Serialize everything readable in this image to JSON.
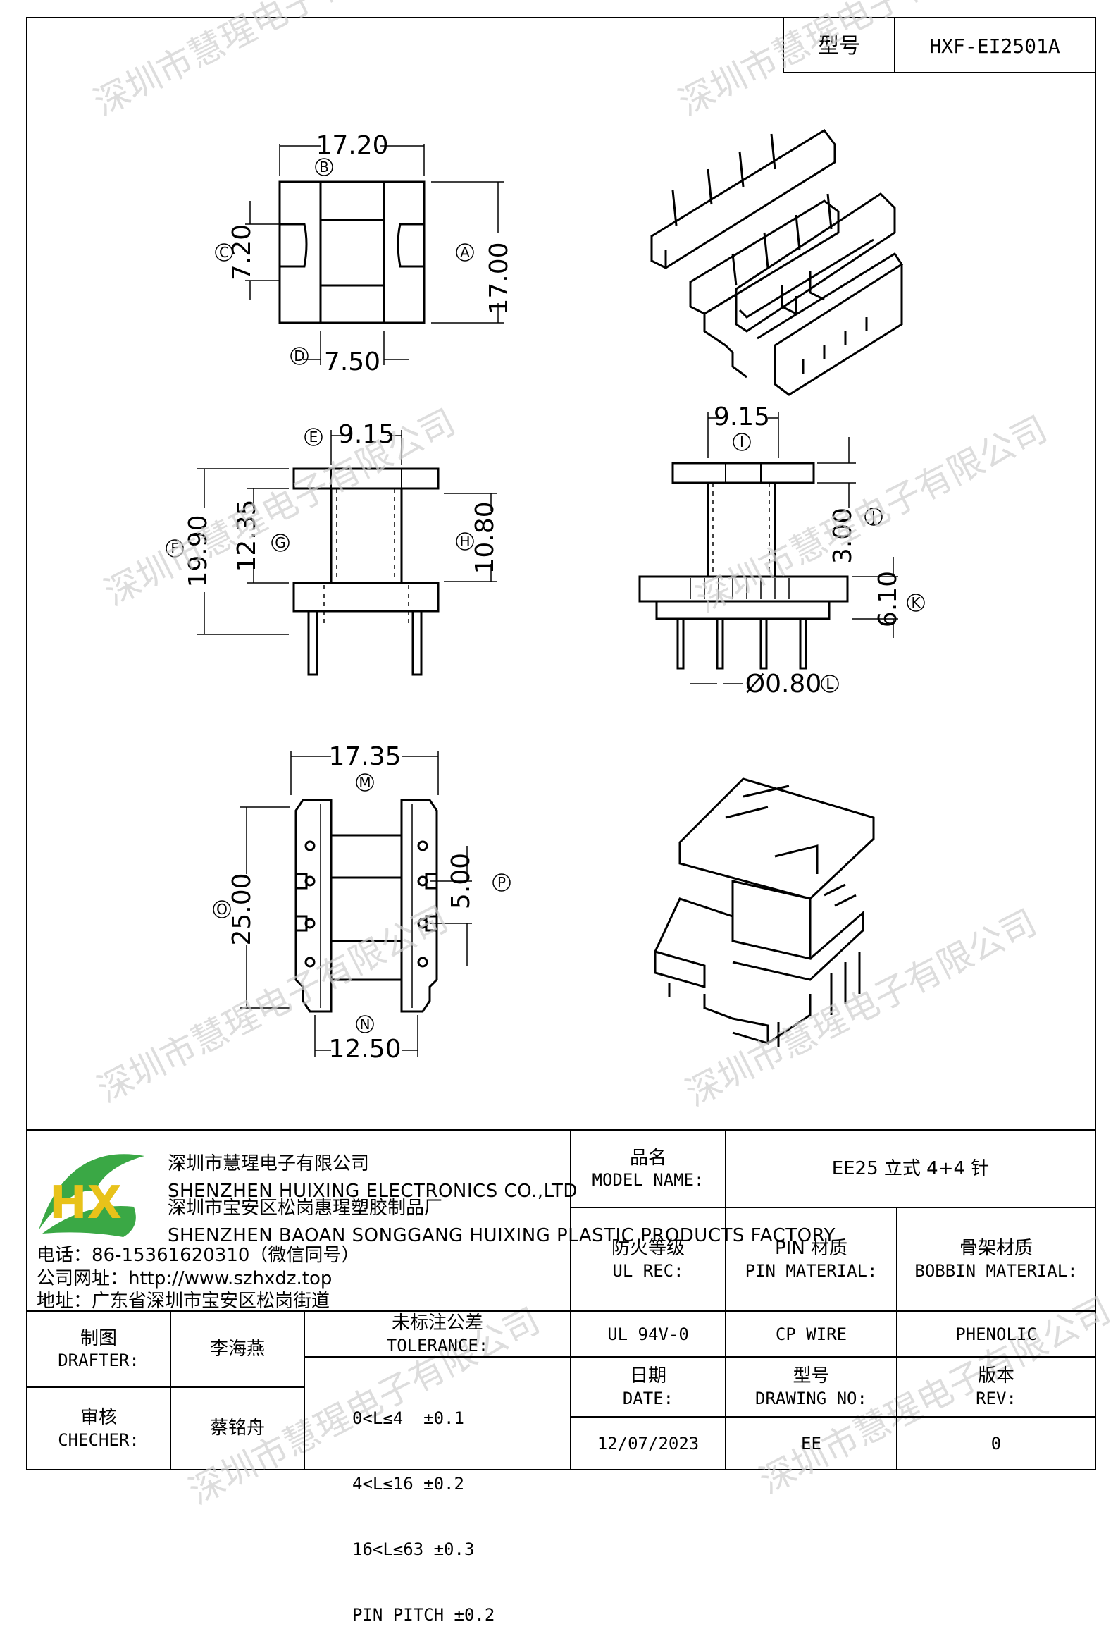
{
  "header": {
    "model_label": "型号",
    "model_value": "HXF-EI2501A"
  },
  "drawing": {
    "top_view": {
      "width": "17.20",
      "width_tag": "B",
      "height": "17.00",
      "height_tag": "A",
      "slot": "7.20",
      "slot_tag": "C",
      "center": "7.50",
      "center_tag": "D"
    },
    "front_view": {
      "flange": "9.15",
      "flange_tag": "E",
      "total_height": "19.90",
      "total_tag": "F",
      "winding": "12.35",
      "winding_tag": "G",
      "inner": "10.80",
      "inner_tag": "H"
    },
    "side_view": {
      "flange": "9.15",
      "flange_tag": "I",
      "top_flange": "3.00",
      "top_tag": "J",
      "base": "6.10",
      "base_tag": "K",
      "pin": "Ø0.80",
      "pin_tag": "L"
    },
    "bottom_view": {
      "width": "17.35",
      "width_tag": "M",
      "length": "25.00",
      "length_tag": "O",
      "pitch": "5.00",
      "pitch_tag": "P",
      "inner": "12.50",
      "inner_tag": "N"
    }
  },
  "watermarks": [
    "深圳市慧瑆电子有限公司",
    "深圳市慧瑆电子有限公司",
    "深圳市慧瑆电子有限公司",
    "深圳市慧瑆电子有限公司",
    "深圳市慧瑆电子有限公司",
    "深圳市慧瑆电子有限公司",
    "深圳市慧瑆电子有限公司",
    "深圳市慧瑆电子有限公司"
  ],
  "company": {
    "logo_text": "HX",
    "name_cn": "深圳市慧瑆电子有限公司",
    "name_en": "SHENZHEN HUIXING ELECTRONICS CO.,LTD",
    "factory_cn": "深圳市宝安区松岗惠瑆塑胶制品厂",
    "factory_en": "SHENZHEN BAOAN SONGGANG HUIXING PLASTIC PRODUCTS FACTORY",
    "phone": "电话：86-15361620310（微信同号）",
    "website": "公司网址：http://www.szhxdz.top",
    "address": "地址：广东省深圳市宝安区松岗街道"
  },
  "table": {
    "model_name_cn": "品名",
    "model_name_en": "MODEL NAME:",
    "model_name_value": "EE25 立式 4+4 针",
    "fire_cn": "防火等级",
    "fire_en": "UL REC:",
    "pin_cn": "PIN 材质",
    "pin_en": "PIN MATERIAL:",
    "bobbin_cn": "骨架材质",
    "bobbin_en": "BOBBIN MATERIAL:",
    "fire_value": "UL 94V-0",
    "pin_value": "CP WIRE",
    "bobbin_value": "PHENOLIC",
    "drafter_cn": "制图",
    "drafter_en": "DRAFTER:",
    "drafter_name": "李海燕",
    "checker_cn": "审核",
    "checker_en": "CHECHER:",
    "checker_name": "蔡铭舟",
    "tolerance_cn": "未标注公差",
    "tolerance_en": "TOLERANCE:",
    "tolerance_lines": [
      "0<L≤4  ±0.1",
      "4<L≤16 ±0.2",
      "16<L≤63 ±0.3",
      "PIN PITCH ±0.2"
    ],
    "date_cn": "日期",
    "date_en": "DATE:",
    "drawing_no_cn": "型号",
    "drawing_no_en": "DRAWING NO:",
    "rev_cn": "版本",
    "rev_en": "REV:",
    "date_value": "12/07/2023",
    "drawing_no_value": "EE",
    "rev_value": "0"
  },
  "colors": {
    "logo_green": "#3aa845",
    "logo_yellow": "#e8c21a",
    "watermark": "#cfcfcf"
  }
}
